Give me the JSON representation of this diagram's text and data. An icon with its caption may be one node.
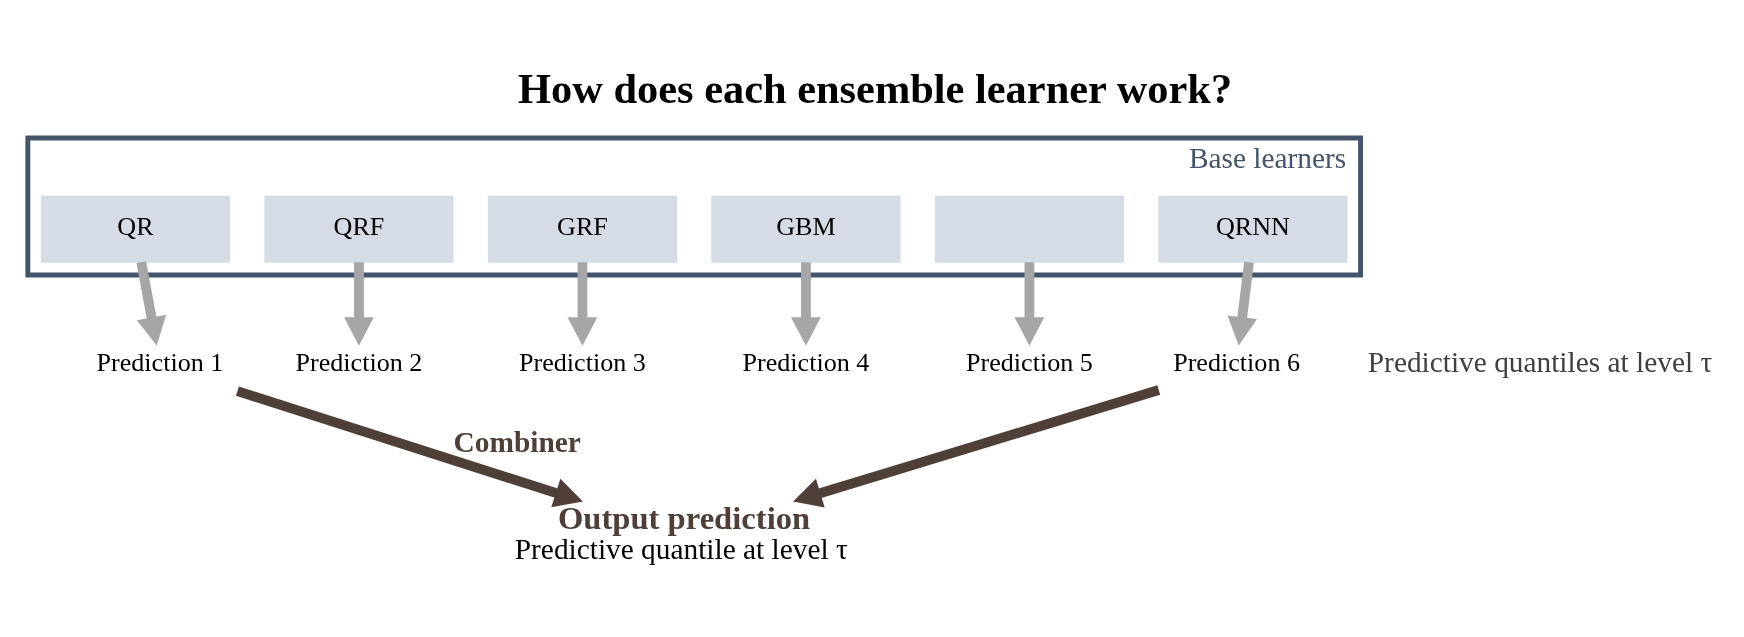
{
  "diagram": {
    "title": "How does each ensemble learner work?",
    "nodes": [
      {
        "text": [
          "Base learners"
        ]
      },
      {
        "text": [
          "QR"
        ],
        "in": 0
      },
      {
        "text": [
          "QRF"
        ],
        "in": 0
      },
      {
        "text": [
          "GRF"
        ],
        "in": 0
      },
      {
        "text": [
          "GBM"
        ],
        "in": 0
      },
      {
        "text": [],
        "shape": "box",
        "in": 0
      },
      {
        "text": [
          "QRNN"
        ],
        "in": 0
      },
      {
        "text": [
          "Prediction 1"
        ]
      },
      {
        "text": [
          "Prediction 2"
        ]
      },
      {
        "text": [
          "Prediction 3"
        ]
      },
      {
        "text": [
          "Prediction 4"
        ]
      },
      {
        "text": [
          "Prediction 5"
        ]
      },
      {
        "text": [
          "Prediction 6"
        ]
      },
      {
        "text": [
          "Output prediction",
          "Predictive quantile at level τ"
        ]
      }
    ],
    "edges": [
      {
        "from": 1,
        "to": 7,
        "arrow": "to"
      },
      {
        "from": 2,
        "to": 8,
        "arrow": "to"
      },
      {
        "from": 3,
        "to": 9,
        "arrow": "to"
      },
      {
        "from": 4,
        "to": 10,
        "arrow": "to"
      },
      {
        "from": 5,
        "to": 11,
        "arrow": "to"
      },
      {
        "from": 6,
        "to": 12,
        "arrow": "to"
      },
      {
        "from": 7,
        "to": 13,
        "arrow": "to",
        "label": "Combiner",
        "color": "#4e3f38"
      },
      {
        "from": 12,
        "to": 13,
        "arrow": "to",
        "color": "#4e3f38"
      }
    ],
    "labels": [
      "Predictive quantiles at level τ"
    ]
  }
}
